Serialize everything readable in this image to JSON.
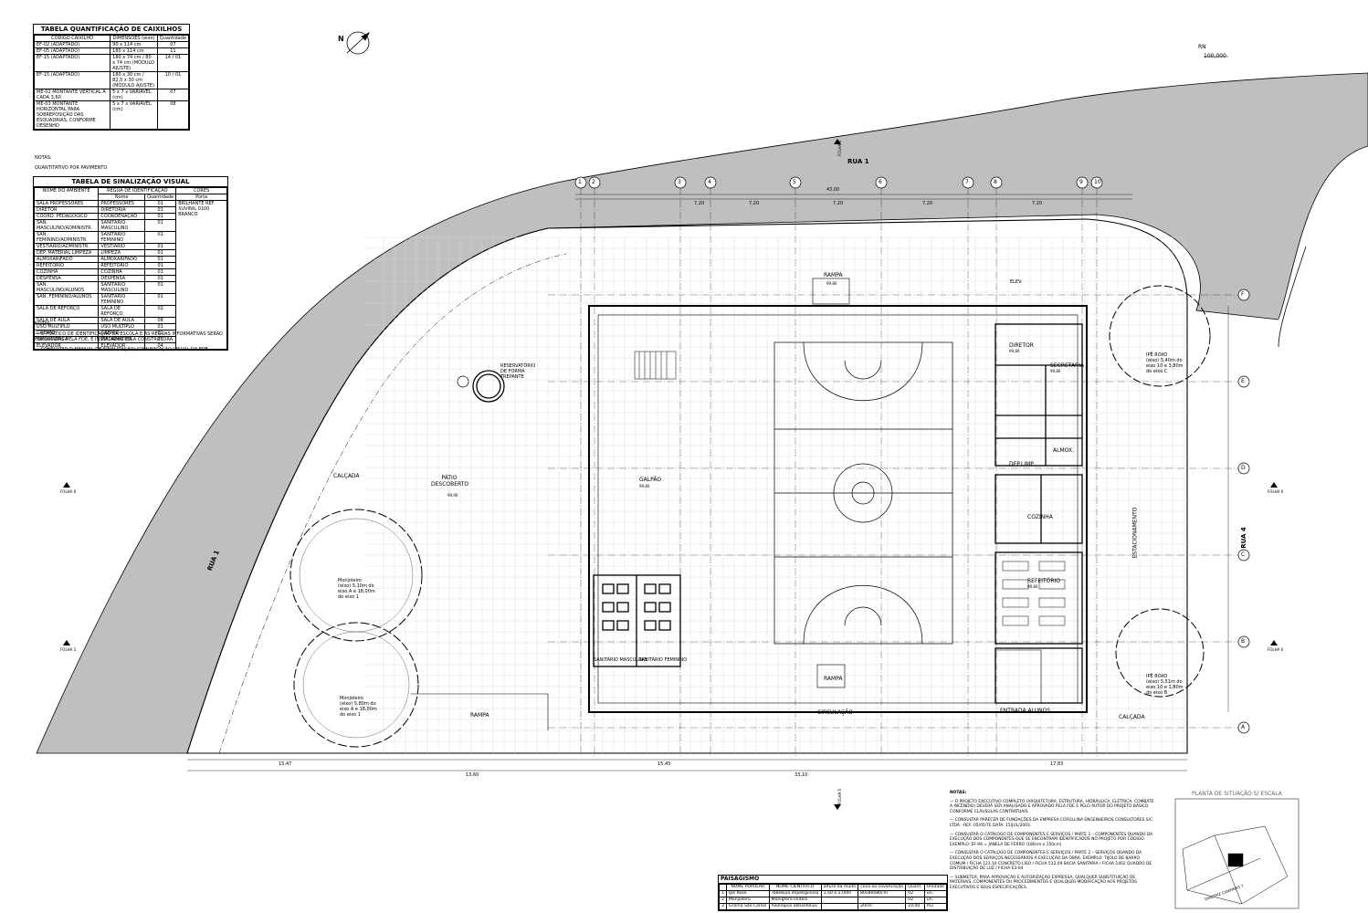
{
  "caixilhos": {
    "title": "TABELA QUANTIFICAÇÃO DE CAIXILHOS",
    "headers": [
      "CÓDIGO CAIXILHO",
      "DIMENSÕES (eixo)",
      "Quantidade"
    ],
    "rows": [
      [
        "EF-02 (ADAPTADO)",
        "90 x 114 cm",
        "07"
      ],
      [
        "EF-05 (ADAPTADO)",
        "180 x 114 cm",
        "11"
      ],
      [
        "EF-15 (ADAPTADO)",
        "180 x 74 cm / 80 x 74 cm (MÓDULO AJUSTE)",
        "14 / 01"
      ],
      [
        "EF-15 (ADAPTADO)",
        "180 x 30 cm / 82,5 x 30 cm (MÓDULO AJUSTE)",
        "10 / 01"
      ],
      [
        "ME-02 MONTANTE VERTICAL A CADA 3,60",
        "5 x 7 x VARIÁVEL (cm)",
        "07"
      ],
      [
        "ME-03 MONTANTE HORIZONTAL PARA SOBREPOSIÇÃO DAS ESQUADRIAS, CONFORME DESENHO",
        "5 x 7 x VARIÁVEL (cm)",
        "08"
      ]
    ],
    "notes_title": "NOTAS:",
    "notes": "QUANTITATIVO POR PAVIMENTO"
  },
  "sinalizacao": {
    "title": "TABELA DE SINALIZAÇÃO VISUAL",
    "group_headers": [
      "NOME DO AMBIENTE",
      "RÉGUA DE IDENTIFICAÇÃO",
      "CORES"
    ],
    "sub_headers": [
      "Nome",
      "Quantidade",
      "Porta"
    ],
    "rows": [
      [
        "SALA PROFESSORES",
        "PROFESSORES",
        "01"
      ],
      [
        "DIRETOR",
        "DIRETORIA",
        "01"
      ],
      [
        "COORD. PEDAGÓGICO",
        "COORDENAÇÃO",
        "01"
      ],
      [
        "SAN. MASCULINO/ADMINISTR.",
        "SANITÁRIO MASCULINO",
        "01"
      ],
      [
        "SAN. FEMININO/ADMINISTR.",
        "SANITÁRIO FEMININO",
        "01"
      ],
      [
        "VESTIÁRIO/ADMINISTR.",
        "VESTIÁRIO",
        "01"
      ],
      [
        "DEP. MATERIAL LIMPEZA",
        "LIMPEZA",
        "01"
      ],
      [
        "ALMOXARIFADO",
        "ALMOXARIFADO",
        "01"
      ],
      [
        "REFEITÓRIO",
        "REFEITÓRIO",
        "01"
      ],
      [
        "COZINHA",
        "COZINHA",
        "01"
      ],
      [
        "DESPENSA",
        "DESPENSA",
        "01"
      ],
      [
        "SAN. MASCULINO/ALUNOS",
        "SANITÁRIO MASCULINO",
        "01"
      ],
      [
        "SAN. FEMININO/ALUNOS",
        "SANITÁRIO FEMININO",
        "01"
      ],
      [
        "SALA DE REFORÇO",
        "SALA DE REFORÇO",
        "02"
      ],
      [
        "SALA DE AULA",
        "SALA DE AULA",
        "08"
      ],
      [
        "USO MÚLTIPLO",
        "USO MÚLTIPLO",
        "01"
      ],
      [
        "GRÊMIO",
        "GRÊMIO",
        "01"
      ],
      [
        "INFORMÁTICA",
        "INFORMÁTICA",
        "01"
      ],
      [
        "ELEVADOR",
        "ELEVADOR",
        "04"
      ]
    ],
    "cores": "BRILHANTE REF. SUVINIL 0100 BRANCO",
    "notes_title": "NOTAS:",
    "notes": [
      "— O PÓRTICO DE IDENTIFICAÇÃO DA ESCOLA E AS RÉGUAS INFORMATIVAS SERÃO FORNECIDAS PELA FDE, E INSTALADAS PELA CONSTRUTORA.",
      "— CONSULTAR O MANUAL DE SINALIZAÇÃO/ COMUNICAÇÃO VISUAL DA FDE."
    ]
  },
  "plan": {
    "north": "N",
    "rn_label": "RN",
    "rn_value": "100,000",
    "streets": {
      "top": "RUA 1",
      "left": "RUA 1",
      "right": "RUA 4"
    },
    "grid_cols": [
      "1",
      "2",
      "3",
      "4",
      "5",
      "6",
      "7",
      "8",
      "9",
      "10"
    ],
    "grid_rows": [
      "F",
      "E",
      "D",
      "C",
      "B",
      "A"
    ],
    "rooms": {
      "patio": "PÁTIO DESCOBERTO",
      "galpao": "GALPÃO",
      "circulacao": "CIRCULAÇÃO",
      "rampa1": "RAMPA",
      "rampa2": "RAMPA",
      "rampa3": "RAMPA",
      "calcada1": "CALÇADA",
      "calcada2": "CALÇADA",
      "diretor": "DIRETOR",
      "secretaria": "SECRETARIA",
      "almox": "ALMOX.",
      "dep_limp": "DEP.LIMP.",
      "cozinha": "COZINHA",
      "refeitorio": "REFEITÓRIO",
      "entrada": "ENTRADA ALUNOS",
      "estacionamento": "ESTACIONAMENTO",
      "san_masc": "SANITÁRIO MASCULINO",
      "san_fem": "SANITÁRIO FEMININO",
      "reservatorio": "RESERVATÓRIO DE FORMA TREPANTE",
      "elev": "ELEV."
    },
    "trees": [
      {
        "name": "Monjoleiro",
        "note": "(eixo) 5,10m do eixo A e 18,00m do eixo 1"
      },
      {
        "name": "Monjoleiro",
        "note": "(eixo) 5,80m do eixo A e 18,00m do eixo 1"
      },
      {
        "name": "IPÊ ROXO",
        "note": "(eixo) 5,40m do eixo 10 e 3,80m do eixo C"
      },
      {
        "name": "IPÊ ROXO",
        "note": "(eixo) 5,51m do eixo 10 e 1,80m do eixo B"
      }
    ],
    "dims_top": [
      "43,00",
      "7,20",
      "7,20",
      "7,20",
      "7,20",
      "7,20"
    ],
    "dims_bottom": [
      "15,47",
      "13,60",
      "15,45",
      "33,10",
      "17,83"
    ],
    "section_marks": [
      "FOLHA 6",
      "FOLHA 5",
      "FOLHA 6",
      "FOLHA 6",
      "FOLHA 6",
      "FOLHA 5"
    ],
    "cota_labels": [
      "99,90",
      "99,80",
      "99,80",
      "99,80",
      "99,80",
      "99,80"
    ]
  },
  "notas_gerais": {
    "title": "NOTAS:",
    "items": [
      "— O PROJETO EXECUTIVO COMPLETO (ARQUITETURA, ESTRUTURA, HIDRÁULICA, ELÉTRICA, COMBATE A INCÊNDIO) DEVERÁ SER ANALISADO E APROVADO PELA FDE E PELO AUTOR DO PROJETO BÁSICO CONFORME CLÁUSULAS CONTRATUAIS.",
      "— CONSULTAR PARECER DE FUNDAÇÕES DA EMPRESA COFOLLINA ENGENHEIROS CONSULTORES S/C LTDA. -REF: 05/05/TE DATA: 15/JUL/2003.",
      "— CONSULTAR O CATÁLOGO DE COMPONENTES E SERVIÇOS / PARTE 1 – COMPONENTES QUANDO DA EXECUÇÃO DOS COMPONENTES QUE SE ENCONTRAM IDENTIFICADOS NO PROJETO POR CÓDIGO. EXEMPLO: EF-06 = JANELA DE FERRO (180cm x 150cm)",
      "— CONSULTAR O CATÁLOGO DE COMPONENTES E SERVIÇOS / PARTE 2 – SERVIÇOS QUANDO DA EXECUÇÃO DOS SERVIÇOS NECESSÁRIOS À EXECUÇÃO DA OBRA. EXEMPLO: TIJOLO DE BARRO COMUM / FICHA 121.10 CONCRETO LISO / FICHA 512.09 BACIA SANITÁRIA / FICHA 1402 QUADRO DE DISTRIBUIÇÃO DE LUZ / FICHA E3-04",
      "— SUBMETER, PARA APROVAÇÃO E AUTORIZAÇÃO EXPRESSA, QUALQUER SUBSTITUIÇÃO DE MATERIAIS, COMPONENTES OU PROCEDIMENTOS E QUALQUER MODIFICAÇÃO AOS PROJETOS EXECUTIVOS E SEUS ESPECIFICAÇÕES."
    ]
  },
  "situacao": {
    "title": "PLANTA DE SITUAÇÃO S/ ESCALA",
    "label": "DIRETRIZ CAMPINAS 7"
  },
  "paisagismo": {
    "title": "PAISAGISMO",
    "headers": [
      "",
      "NOME POPULAR",
      "NOME CIENTÍFICO",
      "altura da muda",
      "cova ou covancação",
      "Quant.",
      "Unidade"
    ],
    "rows": [
      [
        "1",
        "Ipê Roxo",
        "Tabebuia impetiginosa",
        "1,50 a 2,00m",
        "80x80x80cm",
        "02",
        "un."
      ],
      [
        "2",
        "Monjoleiro",
        "Monigfera lindeni",
        "",
        "",
        "02",
        "un."
      ],
      [
        "3",
        "Grama São Carlos",
        "Axonopus obtusifolius",
        "",
        "20cm",
        "10,00",
        "m2"
      ]
    ]
  },
  "colors": {
    "street": "#bfbfbf",
    "line": "#000000",
    "grid": "#d8d8d8"
  }
}
